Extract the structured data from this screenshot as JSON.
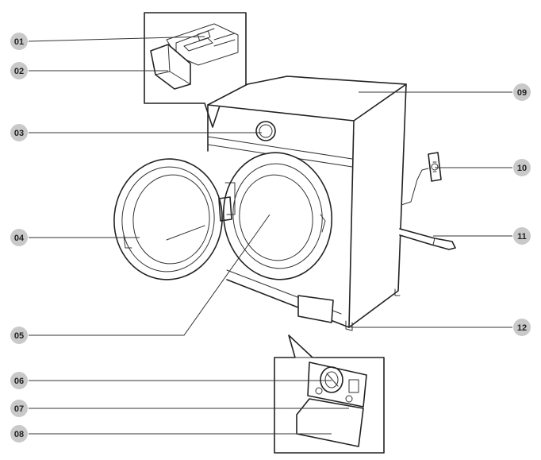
{
  "callouts": [
    {
      "id": "c01",
      "label": "01"
    },
    {
      "id": "c02",
      "label": "02"
    },
    {
      "id": "c03",
      "label": "03"
    },
    {
      "id": "c04",
      "label": "04"
    },
    {
      "id": "c05",
      "label": "05"
    },
    {
      "id": "c06",
      "label": "06"
    },
    {
      "id": "c07",
      "label": "07"
    },
    {
      "id": "c08",
      "label": "08"
    },
    {
      "id": "c09",
      "label": "09"
    },
    {
      "id": "c10",
      "label": "10"
    },
    {
      "id": "c11",
      "label": "11"
    },
    {
      "id": "c12",
      "label": "12"
    }
  ],
  "colors": {
    "badge": "#c9c9c9",
    "stroke": "#222222",
    "background": "#ffffff"
  }
}
